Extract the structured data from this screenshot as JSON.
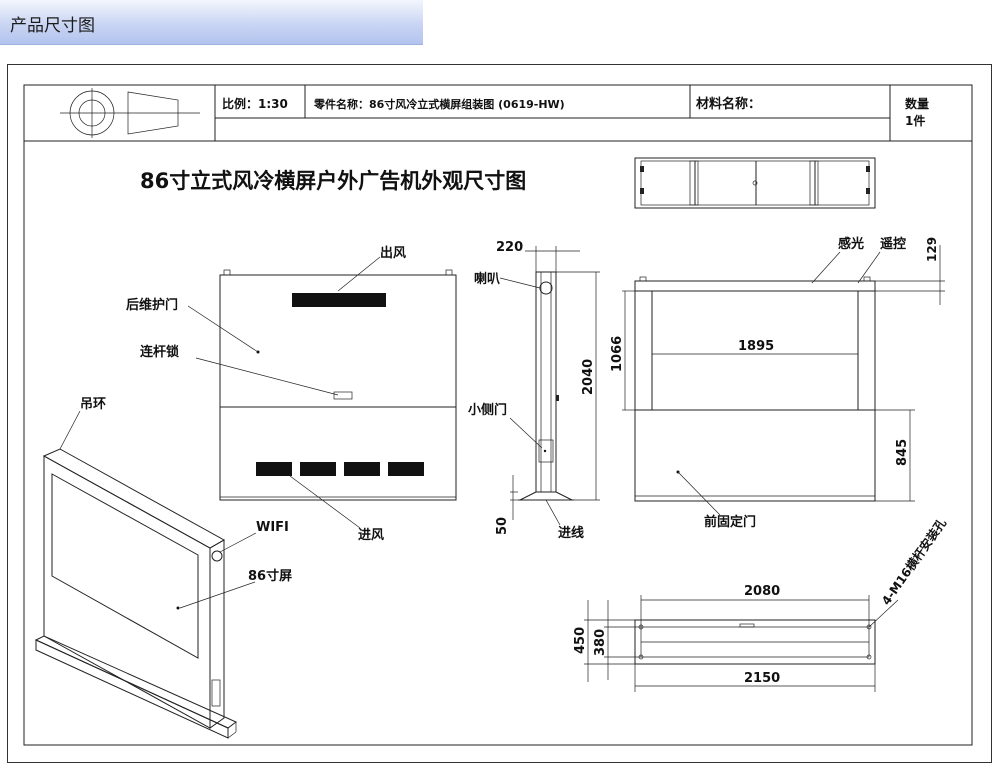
{
  "section": {
    "title": "产品尺寸图"
  },
  "title_block": {
    "scale": "比例：1:30",
    "part_name": "零件名称：86寸风冷立式横屏组装图 (0619-HW)",
    "material": "材料名称：",
    "quantity_label": "数量",
    "quantity_value": "1件"
  },
  "drawing": {
    "title": "86寸立式风冷横屏户外广告机外观尺寸图",
    "labels": {
      "air_out": "出风",
      "rear_door": "后维护门",
      "link_lock": "连杆锁",
      "air_in": "进风",
      "speaker": "喇叭",
      "small_door": "小侧门",
      "cable_in": "进线",
      "light_sensor": "感光",
      "remote": "遥控",
      "front_door": "前固定门",
      "lifting_ring": "吊环",
      "wifi": "WIFI",
      "screen": "86寸屏",
      "mount_holes": "4-M16横杆安装孔"
    },
    "dimensions": {
      "side_depth": "220",
      "height_total": "2040",
      "base_height": "50",
      "top_offset": "129",
      "upper_height": "1066",
      "screen_width": "1895",
      "lower_height": "845",
      "hole_spacing": "2080",
      "base_width": "2150",
      "base_depth": "450",
      "hole_depth": "380"
    }
  }
}
